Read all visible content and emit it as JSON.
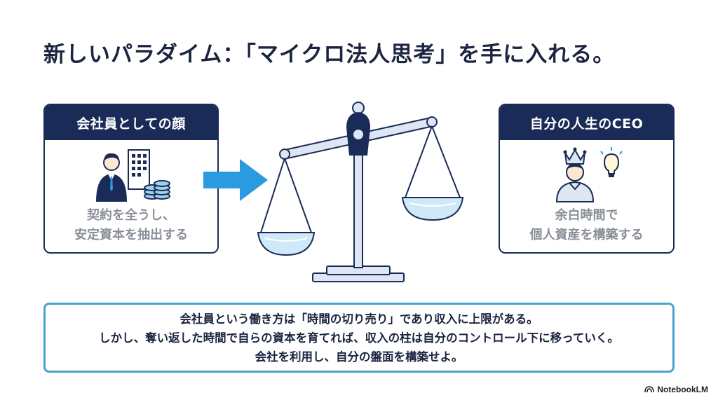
{
  "title": "新しいパラダイム：「マイクロ法人思考」を手に入れる。",
  "left_card": {
    "header": "会社員としての顔",
    "lines": [
      "契約を全うし、",
      "安定資本を抽出する"
    ]
  },
  "right_card": {
    "header": "自分の人生のCEO",
    "lines": [
      "余白時間で",
      "個人資産を構築する"
    ]
  },
  "summary": {
    "lines": [
      "会社員という働き方は「時間の切り売り」であり収入に上限がある。",
      "しかし、奪い返した時間で自らの資本を育てれば、収入の柱は自分のコントロール下に移っていく。",
      "会社を利用し、自分の盤面を構築せよ。"
    ]
  },
  "brand": "NotebookLM",
  "colors": {
    "navy": "#1a2b57",
    "arrow_blue": "#2a9be0",
    "summary_border": "#4aa3cf",
    "muted_text": "#8a8f99"
  }
}
